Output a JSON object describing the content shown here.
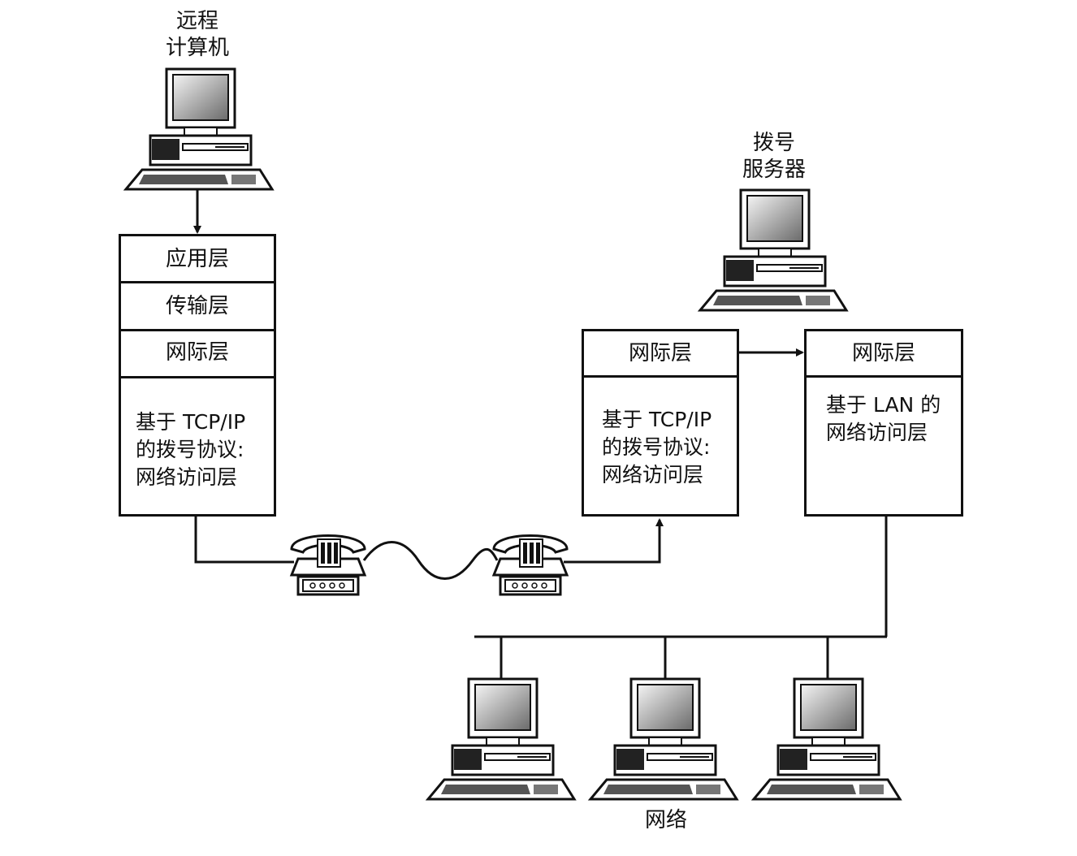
{
  "labels": {
    "remote_computer": "远程\n计算机",
    "dialup_server": "拨号\n服务器",
    "network": "网络"
  },
  "left_stack": {
    "application": "应用层",
    "transport": "传输层",
    "internet": "网际层",
    "access": "基于 TCP/IP\n的拨号协议:\n网络访问层"
  },
  "middle_stack": {
    "internet": "网际层",
    "access": "基于 TCP/IP\n的拨号协议:\n网络访问层"
  },
  "right_stack": {
    "internet": "网际层",
    "access": "基于 LAN 的\n网络访问层"
  },
  "icons": {
    "computer": "computer-icon",
    "telephone": "telephone-icon"
  }
}
